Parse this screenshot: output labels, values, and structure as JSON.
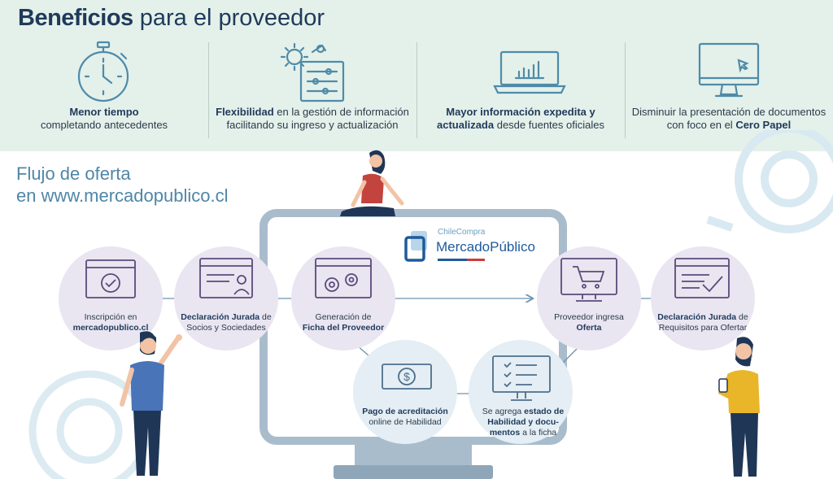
{
  "header": {
    "title_bold": "Beneficios",
    "title_rest": " para el proveedor"
  },
  "benefits": [
    {
      "icon": "stopwatch-icon",
      "bold": "Menor tiempo",
      "text": "completando antecedentes"
    },
    {
      "icon": "settings-panel-icon",
      "bold": "Flexibilidad",
      "text": " en la gestión de información facilitando su ingreso y actualización"
    },
    {
      "icon": "laptop-chart-icon",
      "bold": "Mayor información expedita y actualizada",
      "text": " desde fuentes oficiales"
    },
    {
      "icon": "monitor-cursor-icon",
      "text": "Disminuir la presentación de documentos con foco en el ",
      "bold": "Cero Papel"
    }
  ],
  "flow": {
    "title_line1": "Flujo de oferta",
    "title_line2": "en www.mercadopublico.cl"
  },
  "logo": {
    "small": "ChileCompra",
    "main": "MercadoPúblico"
  },
  "steps": [
    {
      "icon": "checkmark-window-icon",
      "pre": "Inscripción en ",
      "bold": "mercadopublico.cl",
      "post": ""
    },
    {
      "icon": "user-window-icon",
      "pre": "",
      "bold": "Declaración Jurada",
      "post": " de Socios y Sociedades"
    },
    {
      "icon": "gears-window-icon",
      "pre": "Generación de ",
      "bold": "Ficha del Proveedor",
      "post": ""
    },
    {
      "icon": "banknote-icon",
      "pre": "",
      "bold": "Pago de acreditación",
      "post": " online de Habilidad"
    },
    {
      "icon": "checklist-monitor-icon",
      "pre": "Se agrega ",
      "bold": "estado de Habilidad y docu-mentos",
      "post": " a la ficha"
    },
    {
      "icon": "cart-monitor-icon",
      "pre": "Proveedor ingresa ",
      "bold": "Oferta",
      "post": ""
    },
    {
      "icon": "document-check-icon",
      "pre": "",
      "bold": "Declaración Jurada",
      "post": " de Requisitos para Ofertar"
    }
  ],
  "colors": {
    "title": "#1f3a5a",
    "accent_blue": "#4f86a8",
    "node_fill": "#e9e5f1",
    "node_fill_light": "#e4eef4",
    "node_icon": "#5a4a7a",
    "benefits_bg": "#e4f0ea",
    "arrow": "#6e93ad",
    "logo_red": "#d23a3a"
  }
}
